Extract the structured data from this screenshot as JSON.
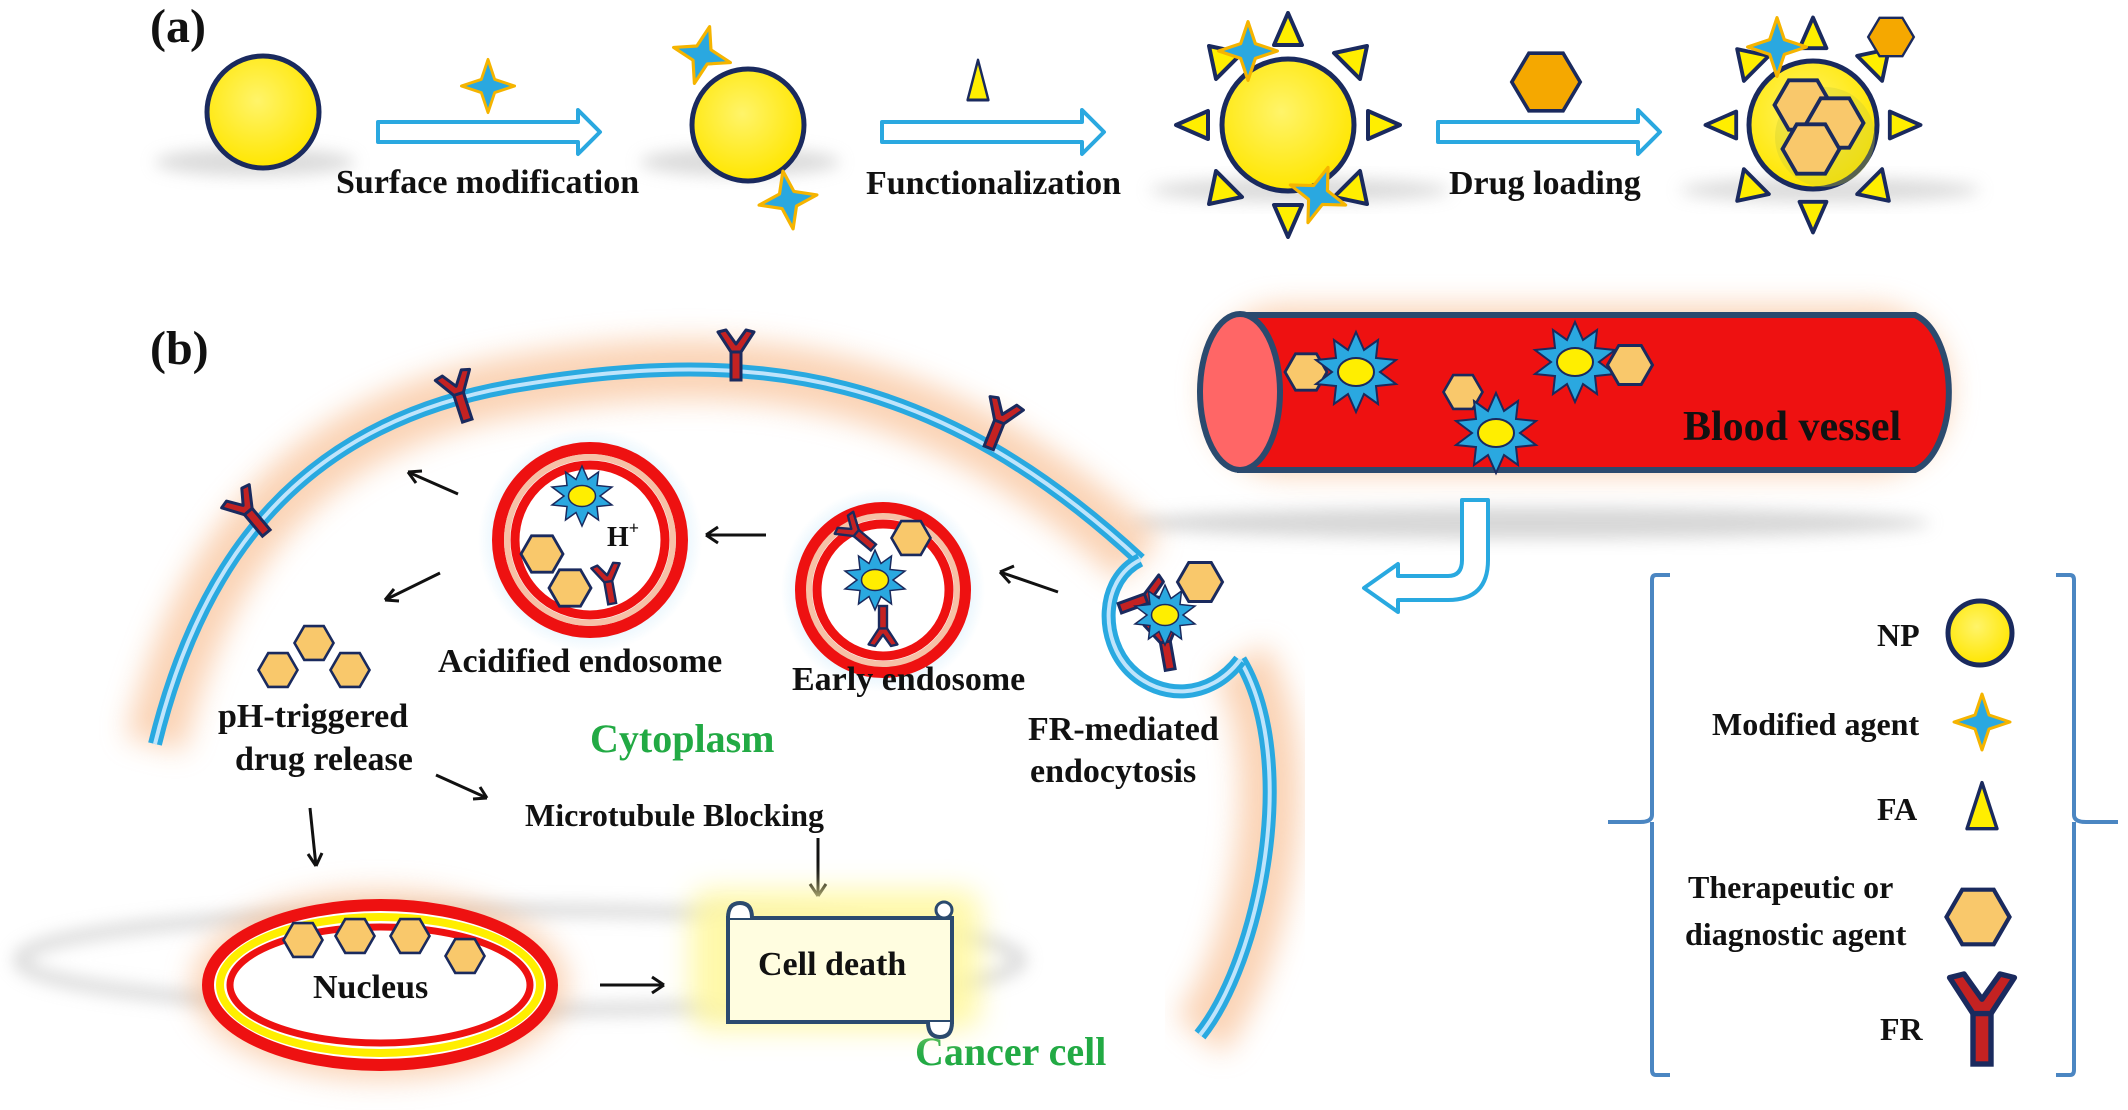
{
  "panel_a": {
    "label": "(a)",
    "steps": [
      "Surface modification",
      "Functionalization",
      "Drug loading"
    ]
  },
  "panel_b": {
    "label": "(b)",
    "blood_vessel": "Blood vessel",
    "cytoplasm": "Cytoplasm",
    "cancer_cell": "Cancer cell",
    "acidified_endosome": "Acidified endosome",
    "early_endosome": "Early endosome",
    "h_plus": "H",
    "h_plus_sup": "+",
    "endocytosis_line1": "FR-mediated",
    "endocytosis_line2": "endocytosis",
    "release_line1": "pH-triggered",
    "release_line2": "drug release",
    "microtubule": "Microtubule Blocking",
    "cell_death": "Cell death",
    "nucleus": "Nucleus"
  },
  "legend": {
    "np": "NP",
    "modified_agent": "Modified agent",
    "fa": "FA",
    "therapeutic_line1": "Therapeutic or",
    "therapeutic_line2": "diagnostic agent",
    "fr": "FR"
  },
  "colors": {
    "np_yellow": "#ffee00",
    "navy_outline": "#1a2a5e",
    "cyan_star": "#2aa8e0",
    "membrane_blue": "#29a9e0",
    "glow_orange": "#f7b07a",
    "vessel_red": "#ee1111",
    "hexagon_orange": "#f5a800",
    "receptor_red": "#cc2020",
    "text_green": "#22aa44"
  }
}
